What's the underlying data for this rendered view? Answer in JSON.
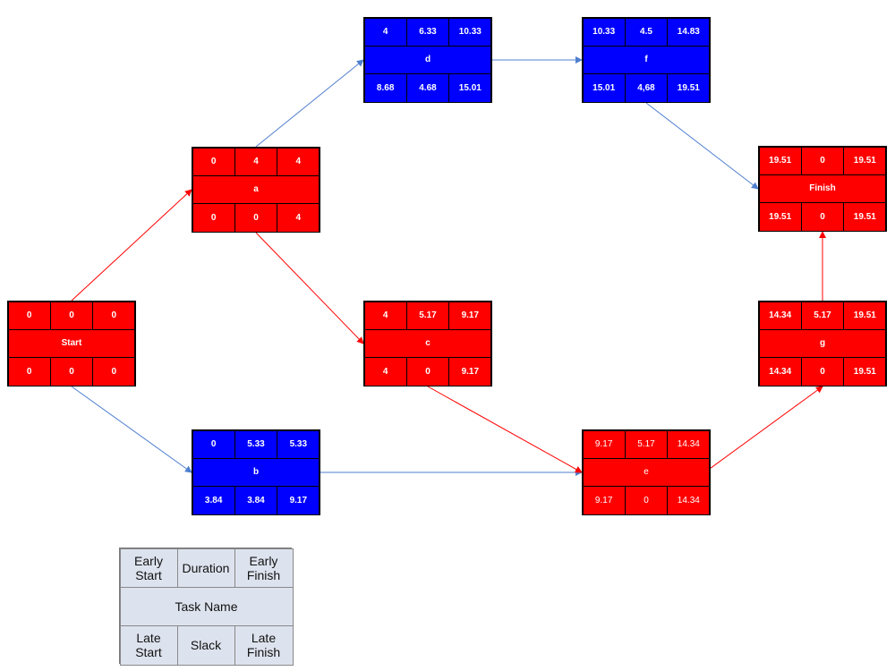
{
  "colors": {
    "critical": "#ff0000",
    "noncritical": "#0000ff",
    "critical_edge": "#ff0000",
    "noncritical_edge": "#4f7fcf",
    "legend_bg": "#dde3ee"
  },
  "nodes": {
    "start": {
      "name": "Start",
      "es": "0",
      "dur": "0",
      "ef": "0",
      "ls": "0",
      "slack": "0",
      "lf": "0"
    },
    "a": {
      "name": "a",
      "es": "0",
      "dur": "4",
      "ef": "4",
      "ls": "0",
      "slack": "0",
      "lf": "4"
    },
    "b": {
      "name": "b",
      "es": "0",
      "dur": "5.33",
      "ef": "5.33",
      "ls": "3.84",
      "slack": "3.84",
      "lf": "9.17"
    },
    "c": {
      "name": "c",
      "es": "4",
      "dur": "5.17",
      "ef": "9.17",
      "ls": "4",
      "slack": "0",
      "lf": "9.17"
    },
    "d": {
      "name": "d",
      "es": "4",
      "dur": "6.33",
      "ef": "10.33",
      "ls": "8.68",
      "slack": "4.68",
      "lf": "15.01"
    },
    "e": {
      "name": "e",
      "es": "9.17",
      "dur": "5.17",
      "ef": "14.34",
      "ls": "9.17",
      "slack": "0",
      "lf": "14.34"
    },
    "f": {
      "name": "f",
      "es": "10.33",
      "dur": "4.5",
      "ef": "14.83",
      "ls": "15.01",
      "slack": "4,68",
      "lf": "19.51"
    },
    "g": {
      "name": "g",
      "es": "14.34",
      "dur": "5.17",
      "ef": "19.51",
      "ls": "14.34",
      "slack": "0",
      "lf": "19.51"
    },
    "finish": {
      "name": "Finish",
      "es": "19.51",
      "dur": "0",
      "ef": "19.51",
      "ls": "19.51",
      "slack": "0",
      "lf": "19.51"
    }
  },
  "edges": [
    {
      "from": "start",
      "to": "a",
      "critical": true
    },
    {
      "from": "start",
      "to": "b",
      "critical": false
    },
    {
      "from": "a",
      "to": "d",
      "critical": false
    },
    {
      "from": "a",
      "to": "c",
      "critical": true
    },
    {
      "from": "b",
      "to": "e",
      "critical": false
    },
    {
      "from": "c",
      "to": "e",
      "critical": true
    },
    {
      "from": "d",
      "to": "f",
      "critical": false
    },
    {
      "from": "f",
      "to": "finish",
      "critical": false
    },
    {
      "from": "e",
      "to": "g",
      "critical": true
    },
    {
      "from": "g",
      "to": "finish",
      "critical": true
    }
  ],
  "legend": {
    "early_start": "Early\nStart",
    "duration": "Duration",
    "early_finish": "Early\nFinish",
    "task_name": "Task Name",
    "late_start": "Late\nStart",
    "slack": "Slack",
    "late_finish": "Late\nFinish"
  }
}
